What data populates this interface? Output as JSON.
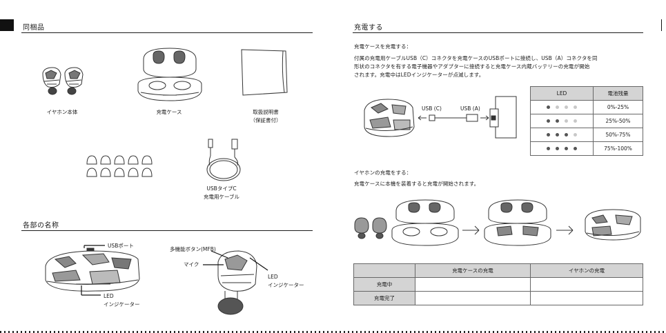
{
  "left": {
    "contents_title": "同梱品",
    "items": {
      "earbuds": "イヤホン本体",
      "case": "充電ケース",
      "manual_line1": "取扱説明書",
      "manual_line2": "（保証書付）",
      "cable_line1": "USBタイプC",
      "cable_line2": "充電用ケーブル"
    },
    "parts_title": "各部の名称",
    "parts": {
      "usb_port": "USBポート",
      "led_case_line1": "LED",
      "led_case_line2": "インジケーター",
      "mfb": "多機能ボタン(MFB)",
      "mic": "マイク",
      "led_bud_line1": "LED",
      "led_bud_line2": "インジケーター"
    }
  },
  "right": {
    "charge_title": "充電する",
    "case_charge_heading": "充電ケースを充電する：",
    "case_charge_text": [
      "付属の充電用ケーブルUSB（C）コネクタを充電ケースのUSBポートに接続し、USB（A）コネクタを同",
      "形状のコネクタを有する電子機器やアダプターに接続すると充電ケース内蔵バッテリーの充電が開始",
      "されます。充電中はLEDインジケーターが点滅します。"
    ],
    "usb_c_label": "USB (C)",
    "usb_a_label": "USB (A)",
    "led_table": {
      "headers": [
        "LED",
        "電池残量"
      ],
      "rows": [
        {
          "lit": 1,
          "level": "0%-25%"
        },
        {
          "lit": 2,
          "level": "25%-50%"
        },
        {
          "lit": 3,
          "level": "50%-75%"
        },
        {
          "lit": 4,
          "level": "75%-100%"
        }
      ]
    },
    "earbud_charge_heading": "イヤホンの充電をする：",
    "earbud_charge_text": "充電ケースに本機を装着すると充電が開始されます。",
    "status_table": {
      "headers": [
        "",
        "充電ケースの充電",
        "イヤホンの充電"
      ],
      "rows": [
        {
          "label": "充電中",
          "case": "",
          "earbuds": ""
        },
        {
          "label": "充電完了",
          "case": "",
          "earbuds": ""
        }
      ]
    }
  },
  "colors": {
    "text": "#1a1a1a",
    "table_header": "#d4d4d4",
    "dot_on": "#555555",
    "dot_off": "#c8c8c8",
    "page_tab": "#111111"
  }
}
